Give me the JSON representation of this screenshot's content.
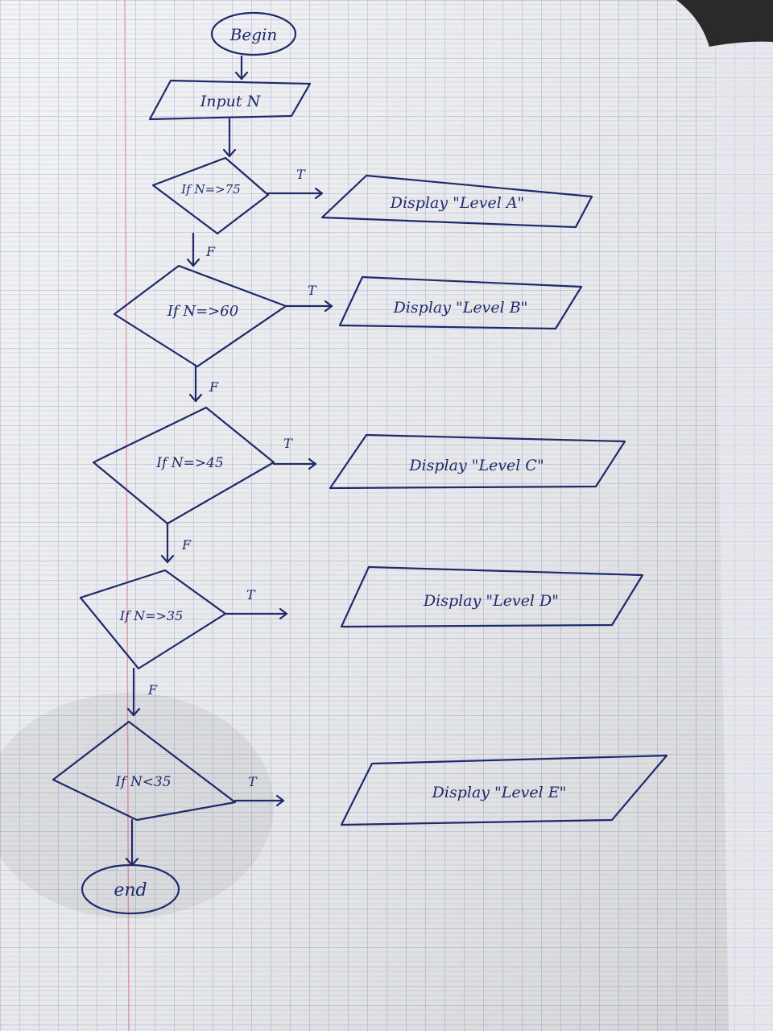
{
  "flowchart": {
    "start": "Begin",
    "input": "Input N",
    "decisions": [
      {
        "condition": "If N=>75",
        "true_label": "T",
        "false_label": "F",
        "output": "Display \"Level A\""
      },
      {
        "condition": "If N=>60",
        "true_label": "T",
        "false_label": "F",
        "output": "Display \"Level B\""
      },
      {
        "condition": "If N=>45",
        "true_label": "T",
        "false_label": "F",
        "output": "Display \"Level C\""
      },
      {
        "condition": "If N=>35",
        "true_label": "T",
        "false_label": "F",
        "output": "Display \"Level D\""
      },
      {
        "condition": "If N<35",
        "true_label": "T",
        "output": "Display \"Level E\""
      }
    ],
    "end": "end"
  },
  "colors": {
    "ink": "#1f2a6b",
    "paper": "#f3f3f5",
    "grid_line": "#9fb0d8",
    "margin_line": "#e3a2b6",
    "background": "#2a2a2a"
  }
}
